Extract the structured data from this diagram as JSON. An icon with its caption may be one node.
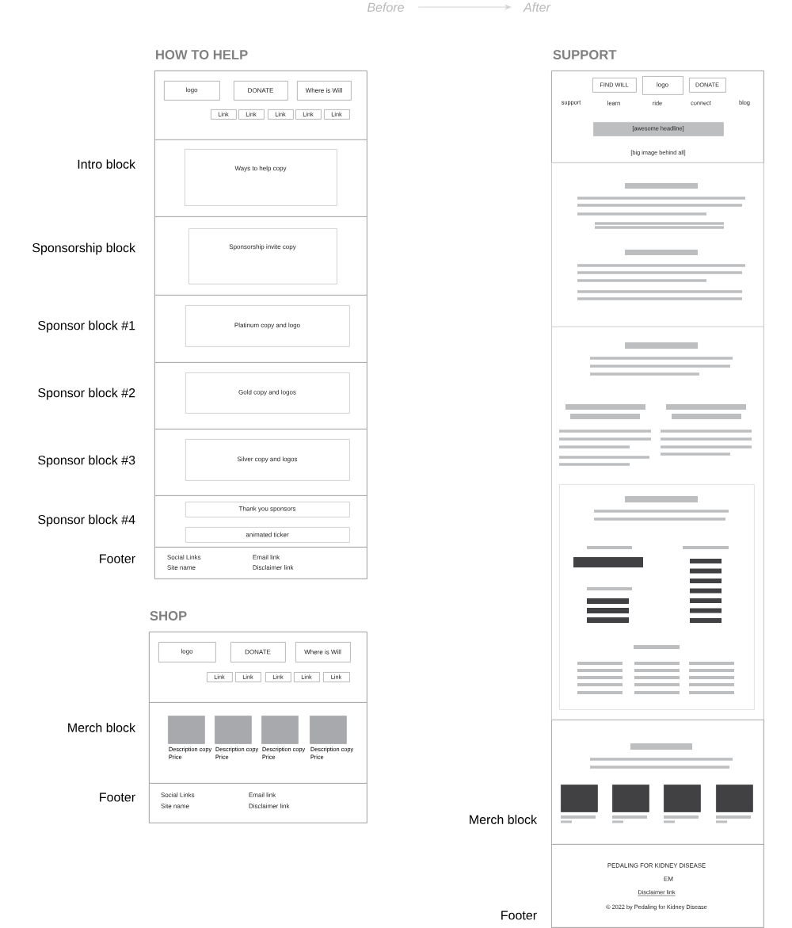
{
  "diagram": {
    "nodes": [
      {
        "text": [
          "Before"
        ]
      },
      {
        "text": [
          "After"
        ]
      },
      {
        "text": [
          "HOW TO HELP"
        ]
      },
      {
        "text": [],
        "shape": "box",
        "in": 2
      },
      {
        "text": [
          "logo"
        ],
        "in": 3
      },
      {
        "text": [
          "DONATE"
        ],
        "in": 3
      },
      {
        "text": [
          "Where is Will"
        ],
        "in": 3
      },
      {
        "text": [
          "Link"
        ],
        "in": 3
      },
      {
        "text": [
          "Link"
        ],
        "in": 3
      },
      {
        "text": [
          "Link"
        ],
        "in": 3
      },
      {
        "text": [
          "Link"
        ],
        "in": 3
      },
      {
        "text": [
          "Link"
        ],
        "in": 3
      },
      {
        "text": [],
        "shape": "box",
        "in": 2,
        "beside": [
          "Intro block"
        ]
      },
      {
        "text": [
          "Ways to help copy"
        ],
        "in": 12
      },
      {
        "text": [],
        "shape": "box",
        "in": 2,
        "beside": [
          "Sponsorship block"
        ]
      },
      {
        "text": [
          "Sponsorship invite copy"
        ],
        "in": 14
      },
      {
        "text": [],
        "shape": "box",
        "in": 2,
        "beside": [
          "Sponsor block #1"
        ]
      },
      {
        "text": [
          "Platinum copy and logo"
        ],
        "in": 16
      },
      {
        "text": [],
        "shape": "box",
        "in": 2,
        "beside": [
          "Sponsor block #2"
        ]
      },
      {
        "text": [
          "Gold copy and logos"
        ],
        "in": 18
      },
      {
        "text": [],
        "shape": "box",
        "in": 2,
        "beside": [
          "Sponsor block #3"
        ]
      },
      {
        "text": [
          "Silver copy and logos"
        ],
        "in": 20
      },
      {
        "text": [],
        "shape": "box",
        "in": 2,
        "beside": [
          "Sponsor block #4"
        ]
      },
      {
        "text": [
          "Thank you sponsors"
        ],
        "in": 22
      },
      {
        "text": [
          "animated ticker"
        ],
        "in": 22
      },
      {
        "text": [
          "Social Links",
          "Site name",
          "Email link",
          "Disclaimer link"
        ],
        "in": 2,
        "beside": [
          "Footer"
        ]
      },
      {
        "text": [
          "SHOP"
        ]
      },
      {
        "text": [],
        "shape": "box",
        "in": 26
      },
      {
        "text": [
          "logo"
        ],
        "in": 27
      },
      {
        "text": [
          "DONATE"
        ],
        "in": 27
      },
      {
        "text": [
          "Where is Will"
        ],
        "in": 27
      },
      {
        "text": [
          "Link"
        ],
        "in": 27
      },
      {
        "text": [
          "Link"
        ],
        "in": 27
      },
      {
        "text": [
          "Link"
        ],
        "in": 27
      },
      {
        "text": [
          "Link"
        ],
        "in": 27
      },
      {
        "text": [
          "Link"
        ],
        "in": 27
      },
      {
        "text": [],
        "shape": "box",
        "in": 26,
        "beside": [
          "Merch block"
        ]
      },
      {
        "text": [],
        "shape": "box",
        "in": 36,
        "beside": [
          "Description copy",
          "Price"
        ]
      },
      {
        "text": [],
        "shape": "box",
        "in": 36,
        "beside": [
          "Description copy",
          "Price"
        ]
      },
      {
        "text": [],
        "shape": "box",
        "in": 36,
        "beside": [
          "Description copy",
          "Price"
        ]
      },
      {
        "text": [],
        "shape": "box",
        "in": 36,
        "beside": [
          "Description copy",
          "Price"
        ]
      },
      {
        "text": [
          "Social Links",
          "Site name",
          "Email link",
          "Disclaimer link"
        ],
        "in": 26,
        "beside": [
          "Footer"
        ]
      },
      {
        "text": [
          "SUPPORT"
        ]
      },
      {
        "text": [
          "support",
          "learn",
          "ride",
          "connect",
          "blog",
          "[big image behind all]"
        ],
        "in": 42
      },
      {
        "text": [
          "FIND WILL"
        ],
        "in": 43
      },
      {
        "text": [
          "logo"
        ],
        "in": 43
      },
      {
        "text": [
          "DONATE"
        ],
        "in": 43
      },
      {
        "text": [
          "[awesome headline]"
        ],
        "in": 43
      },
      {
        "text": [],
        "shape": "box",
        "in": 42
      },
      {
        "text": [],
        "shape": "box",
        "in": 42
      },
      {
        "text": [],
        "shape": "box",
        "in": 49
      },
      {
        "text": [],
        "shape": "box",
        "in": 42,
        "beside": [
          "Merch block"
        ]
      },
      {
        "text": [],
        "shape": "box",
        "in": 51
      },
      {
        "text": [],
        "shape": "box",
        "in": 51
      },
      {
        "text": [],
        "shape": "box",
        "in": 51
      },
      {
        "text": [],
        "shape": "box",
        "in": 51
      },
      {
        "text": [
          "PEDALING FOR KIDNEY DISEASE",
          "EM",
          "Disclaimer link",
          "© 2022 by Pedaling for Kidney Disease"
        ],
        "in": 42,
        "beside": [
          "Footer"
        ]
      }
    ],
    "edges": [
      {
        "from": 0,
        "to": 1,
        "arrow": "to"
      }
    ]
  }
}
